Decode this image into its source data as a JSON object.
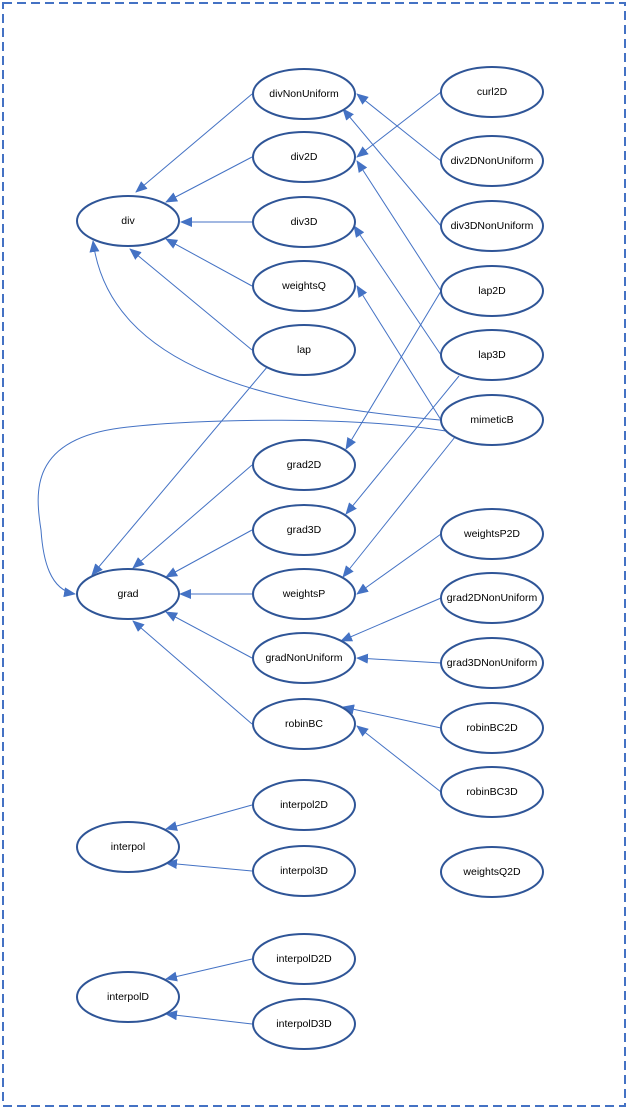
{
  "diagram": {
    "style": {
      "node_stroke": "#2f5597",
      "edge_color": "#4472c4",
      "frame_color": "#4472c4",
      "background": "#ffffff"
    },
    "nodes": [
      {
        "id": "div",
        "label": "div"
      },
      {
        "id": "grad",
        "label": "grad"
      },
      {
        "id": "interpol",
        "label": "interpol"
      },
      {
        "id": "interpolD",
        "label": "interpolD"
      },
      {
        "id": "divNonUniform",
        "label": "divNonUniform"
      },
      {
        "id": "div2D",
        "label": "div2D"
      },
      {
        "id": "div3D",
        "label": "div3D"
      },
      {
        "id": "weightsQ",
        "label": "weightsQ"
      },
      {
        "id": "lap",
        "label": "lap"
      },
      {
        "id": "grad2D",
        "label": "grad2D"
      },
      {
        "id": "grad3D",
        "label": "grad3D"
      },
      {
        "id": "weightsP",
        "label": "weightsP"
      },
      {
        "id": "gradNonUniform",
        "label": "gradNonUniform"
      },
      {
        "id": "robinBC",
        "label": "robinBC"
      },
      {
        "id": "interpol2D",
        "label": "interpol2D"
      },
      {
        "id": "interpol3D",
        "label": "interpol3D"
      },
      {
        "id": "interpolD2D",
        "label": "interpolD2D"
      },
      {
        "id": "interpolD3D",
        "label": "interpolD3D"
      },
      {
        "id": "curl2D",
        "label": "curl2D"
      },
      {
        "id": "div2DNonUniform",
        "label": "div2DNonUniform"
      },
      {
        "id": "div3DNonUniform",
        "label": "div3DNonUniform"
      },
      {
        "id": "lap2D",
        "label": "lap2D"
      },
      {
        "id": "lap3D",
        "label": "lap3D"
      },
      {
        "id": "mimeticB",
        "label": "mimeticB"
      },
      {
        "id": "weightsP2D",
        "label": "weightsP2D"
      },
      {
        "id": "grad2DNonUniform",
        "label": "grad2DNonUniform"
      },
      {
        "id": "grad3DNonUniform",
        "label": "grad3DNonUniform"
      },
      {
        "id": "robinBC2D",
        "label": "robinBC2D"
      },
      {
        "id": "robinBC3D",
        "label": "robinBC3D"
      },
      {
        "id": "weightsQ2D",
        "label": "weightsQ2D"
      }
    ],
    "edges": [
      {
        "from": "divNonUniform",
        "to": "div"
      },
      {
        "from": "div2D",
        "to": "div"
      },
      {
        "from": "div3D",
        "to": "div"
      },
      {
        "from": "weightsQ",
        "to": "div"
      },
      {
        "from": "lap",
        "to": "div"
      },
      {
        "from": "mimeticB",
        "to": "div"
      },
      {
        "from": "grad2D",
        "to": "grad"
      },
      {
        "from": "grad3D",
        "to": "grad"
      },
      {
        "from": "weightsP",
        "to": "grad"
      },
      {
        "from": "gradNonUniform",
        "to": "grad"
      },
      {
        "from": "robinBC",
        "to": "grad"
      },
      {
        "from": "lap",
        "to": "grad"
      },
      {
        "from": "mimeticB",
        "to": "grad"
      },
      {
        "from": "curl2D",
        "to": "div2D"
      },
      {
        "from": "div2DNonUniform",
        "to": "divNonUniform"
      },
      {
        "from": "div3DNonUniform",
        "to": "divNonUniform"
      },
      {
        "from": "lap2D",
        "to": "div2D"
      },
      {
        "from": "lap2D",
        "to": "grad2D"
      },
      {
        "from": "lap3D",
        "to": "div3D"
      },
      {
        "from": "lap3D",
        "to": "grad3D"
      },
      {
        "from": "mimeticB",
        "to": "weightsQ"
      },
      {
        "from": "mimeticB",
        "to": "weightsP"
      },
      {
        "from": "weightsP2D",
        "to": "weightsP"
      },
      {
        "from": "grad2DNonUniform",
        "to": "gradNonUniform"
      },
      {
        "from": "grad3DNonUniform",
        "to": "gradNonUniform"
      },
      {
        "from": "robinBC2D",
        "to": "robinBC"
      },
      {
        "from": "robinBC3D",
        "to": "robinBC"
      },
      {
        "from": "interpol2D",
        "to": "interpol"
      },
      {
        "from": "interpol3D",
        "to": "interpol"
      },
      {
        "from": "interpolD2D",
        "to": "interpolD"
      },
      {
        "from": "interpolD3D",
        "to": "interpolD"
      }
    ]
  }
}
